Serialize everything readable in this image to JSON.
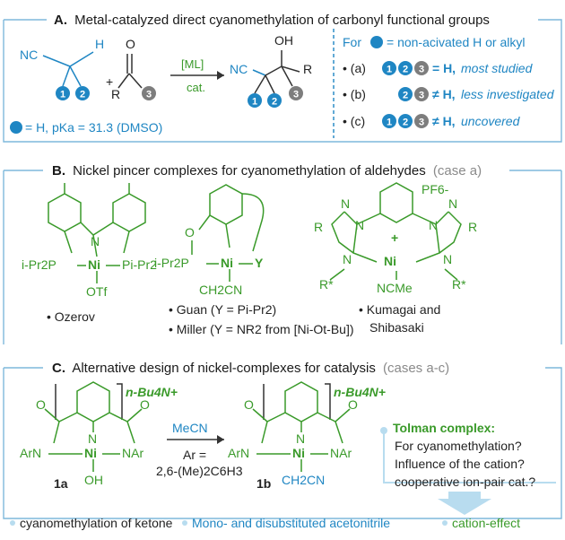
{
  "panel_a": {
    "title_letter": "A.",
    "title_text": "Metal-catalyzed direct cyanomethylation of carbonyl functional groups",
    "reagent_nc": "NC",
    "reagent_h": "H",
    "plus": "+",
    "carbonyl_o": "O",
    "carbonyl_r": "R",
    "arrow_top": "[ML]",
    "arrow_bottom": "cat.",
    "product_oh": "OH",
    "product_nc": "NC",
    "product_r": "R",
    "badge_1": "1",
    "badge_2": "2",
    "badge_3": "3",
    "pka_note": "= H, pKa = 31.3 (DMSO)",
    "for_prefix": "For",
    "for_suffix": "= non-acivated H or alkyl",
    "case_a_label": "• (a)",
    "case_a_eq": "= H,",
    "case_a_note": "most studied",
    "case_b_label": "• (b)",
    "case_b_eq": "≠ H,",
    "case_b_note": "less investigated",
    "case_c_label": "• (c)",
    "case_c_eq": "≠ H,",
    "case_c_note": "uncovered"
  },
  "panel_b": {
    "title_letter": "B.",
    "title_text": "Nickel pincer complexes for cyanomethylation of aldehydes",
    "title_case": "(case a)",
    "ozerov_p_left": "i-Pr2P",
    "ozerov_ni": "Ni",
    "ozerov_n": "N",
    "ozerov_p_right": "Pi-Pr2",
    "ozerov_otf": "OTf",
    "ozerov_name": "• Ozerov",
    "guan_o": "O",
    "guan_p": "i-Pr2P",
    "guan_ni": "Ni",
    "guan_y": "Y",
    "guan_ch2cn": "CH2CN",
    "guan_line": "• Guan (Y = Pi-Pr2)",
    "miller_line": "• Miller (Y = NR2 from [Ni-Ot-Bu])",
    "kum_pf6": "PF6-",
    "kum_ni": "Ni",
    "kum_plus": "+",
    "kum_ncme": "NCMe",
    "kum_r_left": "R",
    "kum_r_right": "R",
    "kum_rstar_left": "R*",
    "kum_rstar_right": "R*",
    "kum_n": "N",
    "kum_name_1": "• Kumagai and",
    "kum_name_2": "Shibasaki"
  },
  "panel_c": {
    "title_letter": "C.",
    "title_text": "Alternative design of nickel-complexes for catalysis",
    "title_case": "(cases a-c)",
    "cation_left": "n-Bu4N+",
    "cation_right": "n-Bu4N+",
    "o_label": "O",
    "n_label": "N",
    "arn": "ArN",
    "nar": "NAr",
    "ni": "Ni",
    "oh": "OH",
    "ch2cn": "CH2CN",
    "cmp_1a": "1a",
    "cmp_1b": "1b",
    "arrow_reagent": "MeCN",
    "ar_def_1": "Ar =",
    "ar_def_2": "2,6-(Me)2C6H3",
    "tolman_title": "Tolman complex:",
    "tolman_q1": "For cyanomethylation?",
    "tolman_q2": "Influence of the cation?",
    "tolman_q3": "cooperative ion-pair cat.?",
    "bottom_1": "cyanomethylation of ketone",
    "bottom_2": "Mono- and disubstituted acetonitrile",
    "bottom_3": "cation-effect"
  },
  "colors": {
    "blue": "#1f86c3",
    "green": "#3a9a2a",
    "gray": "#8a8a8a",
    "frame": "#7fb9dc"
  }
}
